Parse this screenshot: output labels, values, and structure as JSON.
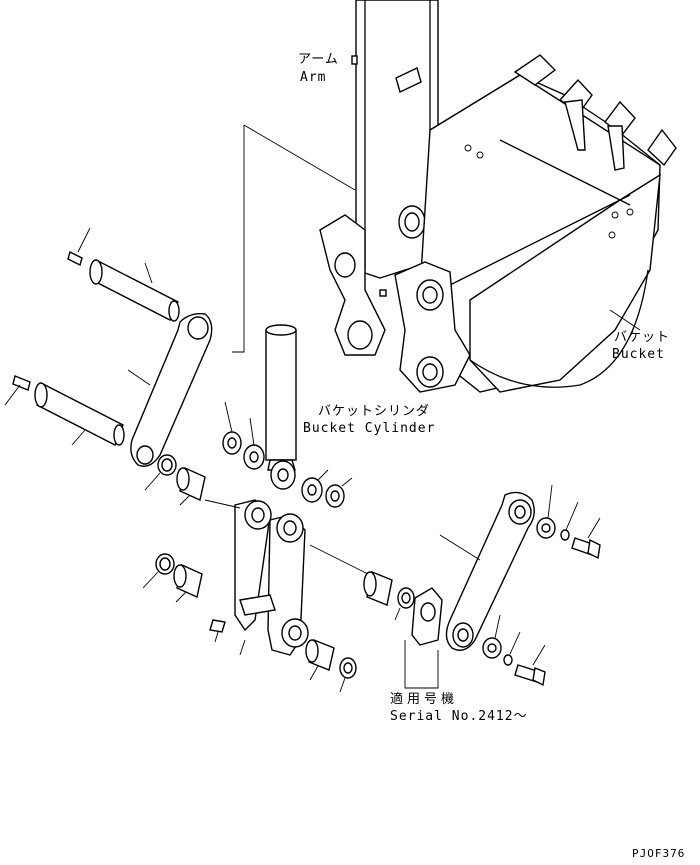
{
  "labels": {
    "arm_jp": "アーム",
    "arm_en": "Arm",
    "bucket_jp": "バケット",
    "bucket_en": "Bucket",
    "cylinder_jp": "バケットシリンダ",
    "cylinder_en": "Bucket Cylinder",
    "serial_jp": "適用号機",
    "serial_en": "Serial No.2412～",
    "drawing_code": "PJOF376"
  }
}
